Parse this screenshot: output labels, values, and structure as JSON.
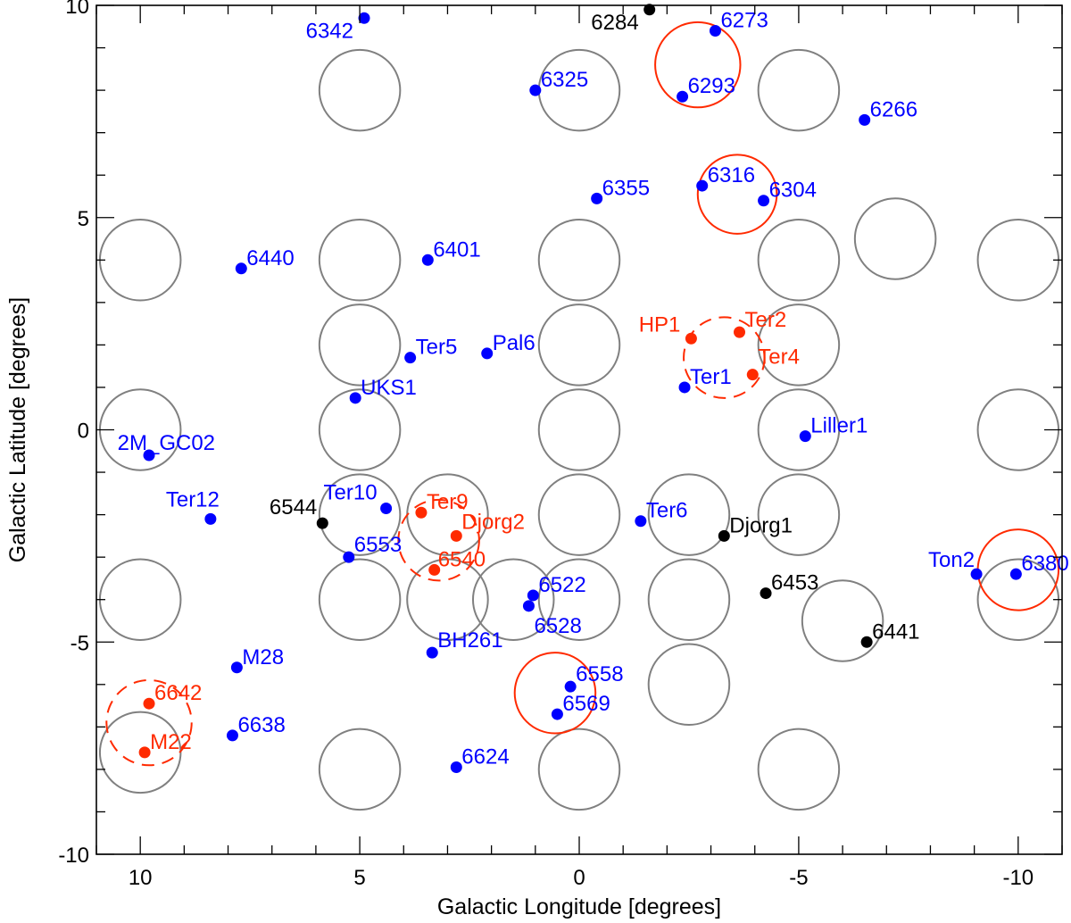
{
  "chart_data": {
    "type": "scatter",
    "xlabel": "Galactic Longitude [degrees]",
    "ylabel": "Galactic Latitude [degrees]",
    "xlim": [
      11,
      -11
    ],
    "ylim": [
      -10,
      10
    ],
    "x_reversed": true,
    "xticks": [
      10,
      5,
      0,
      -5,
      -10
    ],
    "xtick_labels": [
      "10",
      "5",
      "0",
      "-5",
      "-10"
    ],
    "yticks": [
      -10,
      -5,
      0,
      5,
      10
    ],
    "ytick_labels": [
      "-10",
      "-5",
      "0",
      "5",
      "10"
    ],
    "grid": false,
    "colors": {
      "blue": "#0000ff",
      "red": "#ff2a00",
      "black": "#000000",
      "field": "#808080"
    },
    "fields": [
      {
        "x": 5,
        "y": 8
      },
      {
        "x": 0,
        "y": 8
      },
      {
        "x": -5,
        "y": 8
      },
      {
        "x": 10,
        "y": 4
      },
      {
        "x": 5,
        "y": 4
      },
      {
        "x": 0,
        "y": 4
      },
      {
        "x": -5,
        "y": 4
      },
      {
        "x": -7.2,
        "y": 4.5
      },
      {
        "x": -10,
        "y": 4
      },
      {
        "x": 5,
        "y": 2
      },
      {
        "x": 0,
        "y": 2
      },
      {
        "x": -5,
        "y": 2
      },
      {
        "x": 10,
        "y": 0
      },
      {
        "x": 5,
        "y": 0
      },
      {
        "x": 0,
        "y": 0
      },
      {
        "x": -5,
        "y": 0
      },
      {
        "x": -10,
        "y": 0
      },
      {
        "x": 5,
        "y": -2
      },
      {
        "x": 3,
        "y": -2
      },
      {
        "x": 0,
        "y": -2
      },
      {
        "x": -2.5,
        "y": -2
      },
      {
        "x": -5,
        "y": -2
      },
      {
        "x": 10,
        "y": -4
      },
      {
        "x": 5,
        "y": -4
      },
      {
        "x": 3,
        "y": -4
      },
      {
        "x": 1.5,
        "y": -4
      },
      {
        "x": 0,
        "y": -4
      },
      {
        "x": -2.5,
        "y": -4
      },
      {
        "x": -6,
        "y": -4.5
      },
      {
        "x": -10,
        "y": -4
      },
      {
        "x": -2.5,
        "y": -6
      },
      {
        "x": 10,
        "y": -7.6
      },
      {
        "x": 5,
        "y": -8
      },
      {
        "x": 0,
        "y": -8
      },
      {
        "x": -5,
        "y": -8
      }
    ],
    "field_radius_deg": 0.92,
    "highlight_circles": [
      {
        "x": -2.7,
        "y": 8.6,
        "r": 0.97,
        "style": "solid"
      },
      {
        "x": -3.6,
        "y": 5.55,
        "r": 0.9,
        "style": "solid"
      },
      {
        "x": -3.3,
        "y": 1.7,
        "r": 0.92,
        "style": "dashed"
      },
      {
        "x": 3.2,
        "y": -2.6,
        "r": 0.92,
        "style": "dashed"
      },
      {
        "x": 0.55,
        "y": -6.2,
        "r": 0.92,
        "style": "solid"
      },
      {
        "x": -10,
        "y": -3.3,
        "r": 0.92,
        "style": "solid"
      },
      {
        "x": 9.8,
        "y": -6.9,
        "r": 0.97,
        "style": "dashed"
      }
    ],
    "series": [
      {
        "color": "blue",
        "points": [
          {
            "label": "6342",
            "x": 4.9,
            "y": 9.7,
            "anchor": "end",
            "dx": -12,
            "dy": 22
          },
          {
            "label": "6273",
            "x": -3.1,
            "y": 9.4,
            "anchor": "start",
            "dx": 6,
            "dy": -4
          },
          {
            "label": "6325",
            "x": 1.0,
            "y": 8.0,
            "anchor": "start",
            "dx": 6,
            "dy": -4
          },
          {
            "label": "6293",
            "x": -2.35,
            "y": 7.85,
            "anchor": "start",
            "dx": 6,
            "dy": -4
          },
          {
            "label": "6266",
            "x": -6.5,
            "y": 7.3,
            "anchor": "start",
            "dx": 6,
            "dy": -4
          },
          {
            "label": "6316",
            "x": -2.8,
            "y": 5.75,
            "anchor": "start",
            "dx": 6,
            "dy": -4
          },
          {
            "label": "6304",
            "x": -4.2,
            "y": 5.4,
            "anchor": "start",
            "dx": 6,
            "dy": -4
          },
          {
            "label": "6355",
            "x": -0.4,
            "y": 5.45,
            "anchor": "start",
            "dx": 6,
            "dy": -4
          },
          {
            "label": "6440",
            "x": 7.7,
            "y": 3.8,
            "anchor": "start",
            "dx": 6,
            "dy": -4
          },
          {
            "label": "6401",
            "x": 3.45,
            "y": 4.0,
            "anchor": "start",
            "dx": 6,
            "dy": -4
          },
          {
            "label": "Ter5",
            "x": 3.85,
            "y": 1.7,
            "anchor": "start",
            "dx": 6,
            "dy": -4
          },
          {
            "label": "Pal6",
            "x": 2.1,
            "y": 1.8,
            "anchor": "start",
            "dx": 6,
            "dy": -4
          },
          {
            "label": "Ter1",
            "x": -2.4,
            "y": 1.0,
            "anchor": "start",
            "dx": 6,
            "dy": -4
          },
          {
            "label": "UKS1",
            "x": 5.1,
            "y": 0.75,
            "anchor": "start",
            "dx": 6,
            "dy": -4
          },
          {
            "label": "Liller1",
            "x": -5.15,
            "y": -0.15,
            "anchor": "start",
            "dx": 6,
            "dy": -4
          },
          {
            "label": "2M_GC02",
            "x": 9.8,
            "y": -0.6,
            "anchor": "end",
            "dx": 74,
            "dy": -6
          },
          {
            "label": "Ter12",
            "x": 8.4,
            "y": -2.1,
            "anchor": "middle",
            "dx": -20,
            "dy": -14
          },
          {
            "label": "Ter10",
            "x": 4.4,
            "y": -1.85,
            "anchor": "end",
            "dx": -10,
            "dy": -10
          },
          {
            "label": "6553",
            "x": 5.25,
            "y": -3.0,
            "anchor": "start",
            "dx": 6,
            "dy": -6
          },
          {
            "label": "Ter6",
            "x": -1.4,
            "y": -2.15,
            "anchor": "start",
            "dx": 6,
            "dy": -4
          },
          {
            "label": "6522",
            "x": 1.05,
            "y": -3.9,
            "anchor": "start",
            "dx": 6,
            "dy": -4
          },
          {
            "label": "6528",
            "x": 1.15,
            "y": -4.15,
            "anchor": "start",
            "dx": 6,
            "dy": 30
          },
          {
            "label": "BH261",
            "x": 3.35,
            "y": -5.25,
            "anchor": "start",
            "dx": 6,
            "dy": -6
          },
          {
            "label": "M28",
            "x": 7.8,
            "y": -5.6,
            "anchor": "start",
            "dx": 6,
            "dy": -4
          },
          {
            "label": "6638",
            "x": 7.9,
            "y": -7.2,
            "anchor": "start",
            "dx": 6,
            "dy": -4
          },
          {
            "label": "6558",
            "x": 0.2,
            "y": -6.05,
            "anchor": "start",
            "dx": 6,
            "dy": -6
          },
          {
            "label": "6569",
            "x": 0.5,
            "y": -6.7,
            "anchor": "start",
            "dx": 6,
            "dy": -4
          },
          {
            "label": "6624",
            "x": 2.8,
            "y": -7.95,
            "anchor": "start",
            "dx": 6,
            "dy": -4
          },
          {
            "label": "Ton2",
            "x": -9.05,
            "y": -3.4,
            "anchor": "end",
            "dx": -2,
            "dy": -8
          },
          {
            "label": "6380",
            "x": -9.95,
            "y": -3.4,
            "anchor": "start",
            "dx": 6,
            "dy": -4
          }
        ]
      },
      {
        "color": "red",
        "points": [
          {
            "label": "HP1",
            "x": -2.55,
            "y": 2.15,
            "anchor": "end",
            "dx": -12,
            "dy": -8
          },
          {
            "label": "Ter2",
            "x": -3.65,
            "y": 2.3,
            "anchor": "start",
            "dx": 6,
            "dy": -6
          },
          {
            "label": "Ter4",
            "x": -3.95,
            "y": 1.3,
            "anchor": "start",
            "dx": 6,
            "dy": -12
          },
          {
            "label": "Ter9",
            "x": 3.6,
            "y": -1.95,
            "anchor": "start",
            "dx": 6,
            "dy": -4
          },
          {
            "label": "Djorg2",
            "x": 2.8,
            "y": -2.5,
            "anchor": "start",
            "dx": 6,
            "dy": -8
          },
          {
            "label": "6540",
            "x": 3.3,
            "y": -3.3,
            "anchor": "start",
            "dx": 4,
            "dy": -4
          },
          {
            "label": "6642",
            "x": 9.8,
            "y": -6.45,
            "anchor": "start",
            "dx": 6,
            "dy": -4
          },
          {
            "label": "M22",
            "x": 9.9,
            "y": -7.6,
            "anchor": "start",
            "dx": 6,
            "dy": -4
          }
        ]
      },
      {
        "color": "black",
        "points": [
          {
            "label": "6284",
            "x": -1.6,
            "y": 9.9,
            "anchor": "end",
            "dx": -12,
            "dy": 22
          },
          {
            "label": "6544",
            "x": 5.85,
            "y": -2.2,
            "anchor": "end",
            "dx": -6,
            "dy": -10
          },
          {
            "label": "Djorg1",
            "x": -3.3,
            "y": -2.5,
            "anchor": "start",
            "dx": 6,
            "dy": -4
          },
          {
            "label": "6453",
            "x": -4.25,
            "y": -3.85,
            "anchor": "start",
            "dx": 6,
            "dy": -4
          },
          {
            "label": "6441",
            "x": -6.55,
            "y": -5.0,
            "anchor": "start",
            "dx": 6,
            "dy": -4
          }
        ]
      }
    ]
  }
}
